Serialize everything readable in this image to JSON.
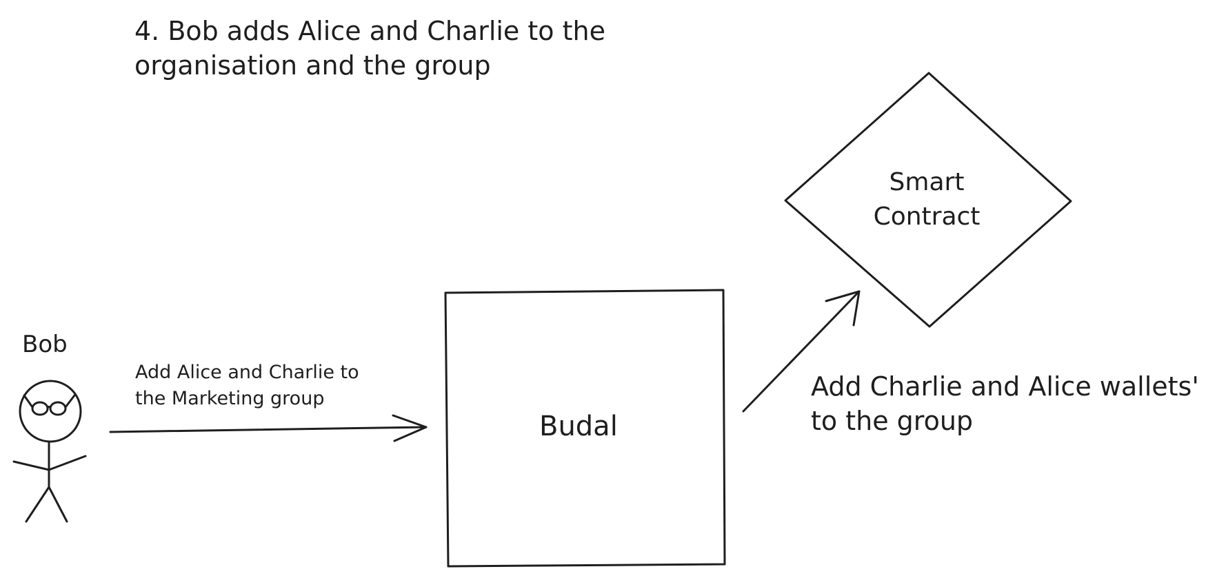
{
  "title": {
    "line1": "4. Bob adds Alice and Charlie to the",
    "line2": "organisation and the group"
  },
  "actor": {
    "label": "Bob"
  },
  "arrow_to_budal": {
    "line1": "Add Alice and Charlie to",
    "line2": "the Marketing group"
  },
  "budal": {
    "label": "Budal"
  },
  "smart_contract": {
    "line1": "Smart",
    "line2": "Contract"
  },
  "arrow_to_contract": {
    "line1": "Add Charlie and Alice wallets'",
    "line2": "to the group"
  },
  "colors": {
    "stroke": "#1e1e1e",
    "background": "#ffffff"
  }
}
